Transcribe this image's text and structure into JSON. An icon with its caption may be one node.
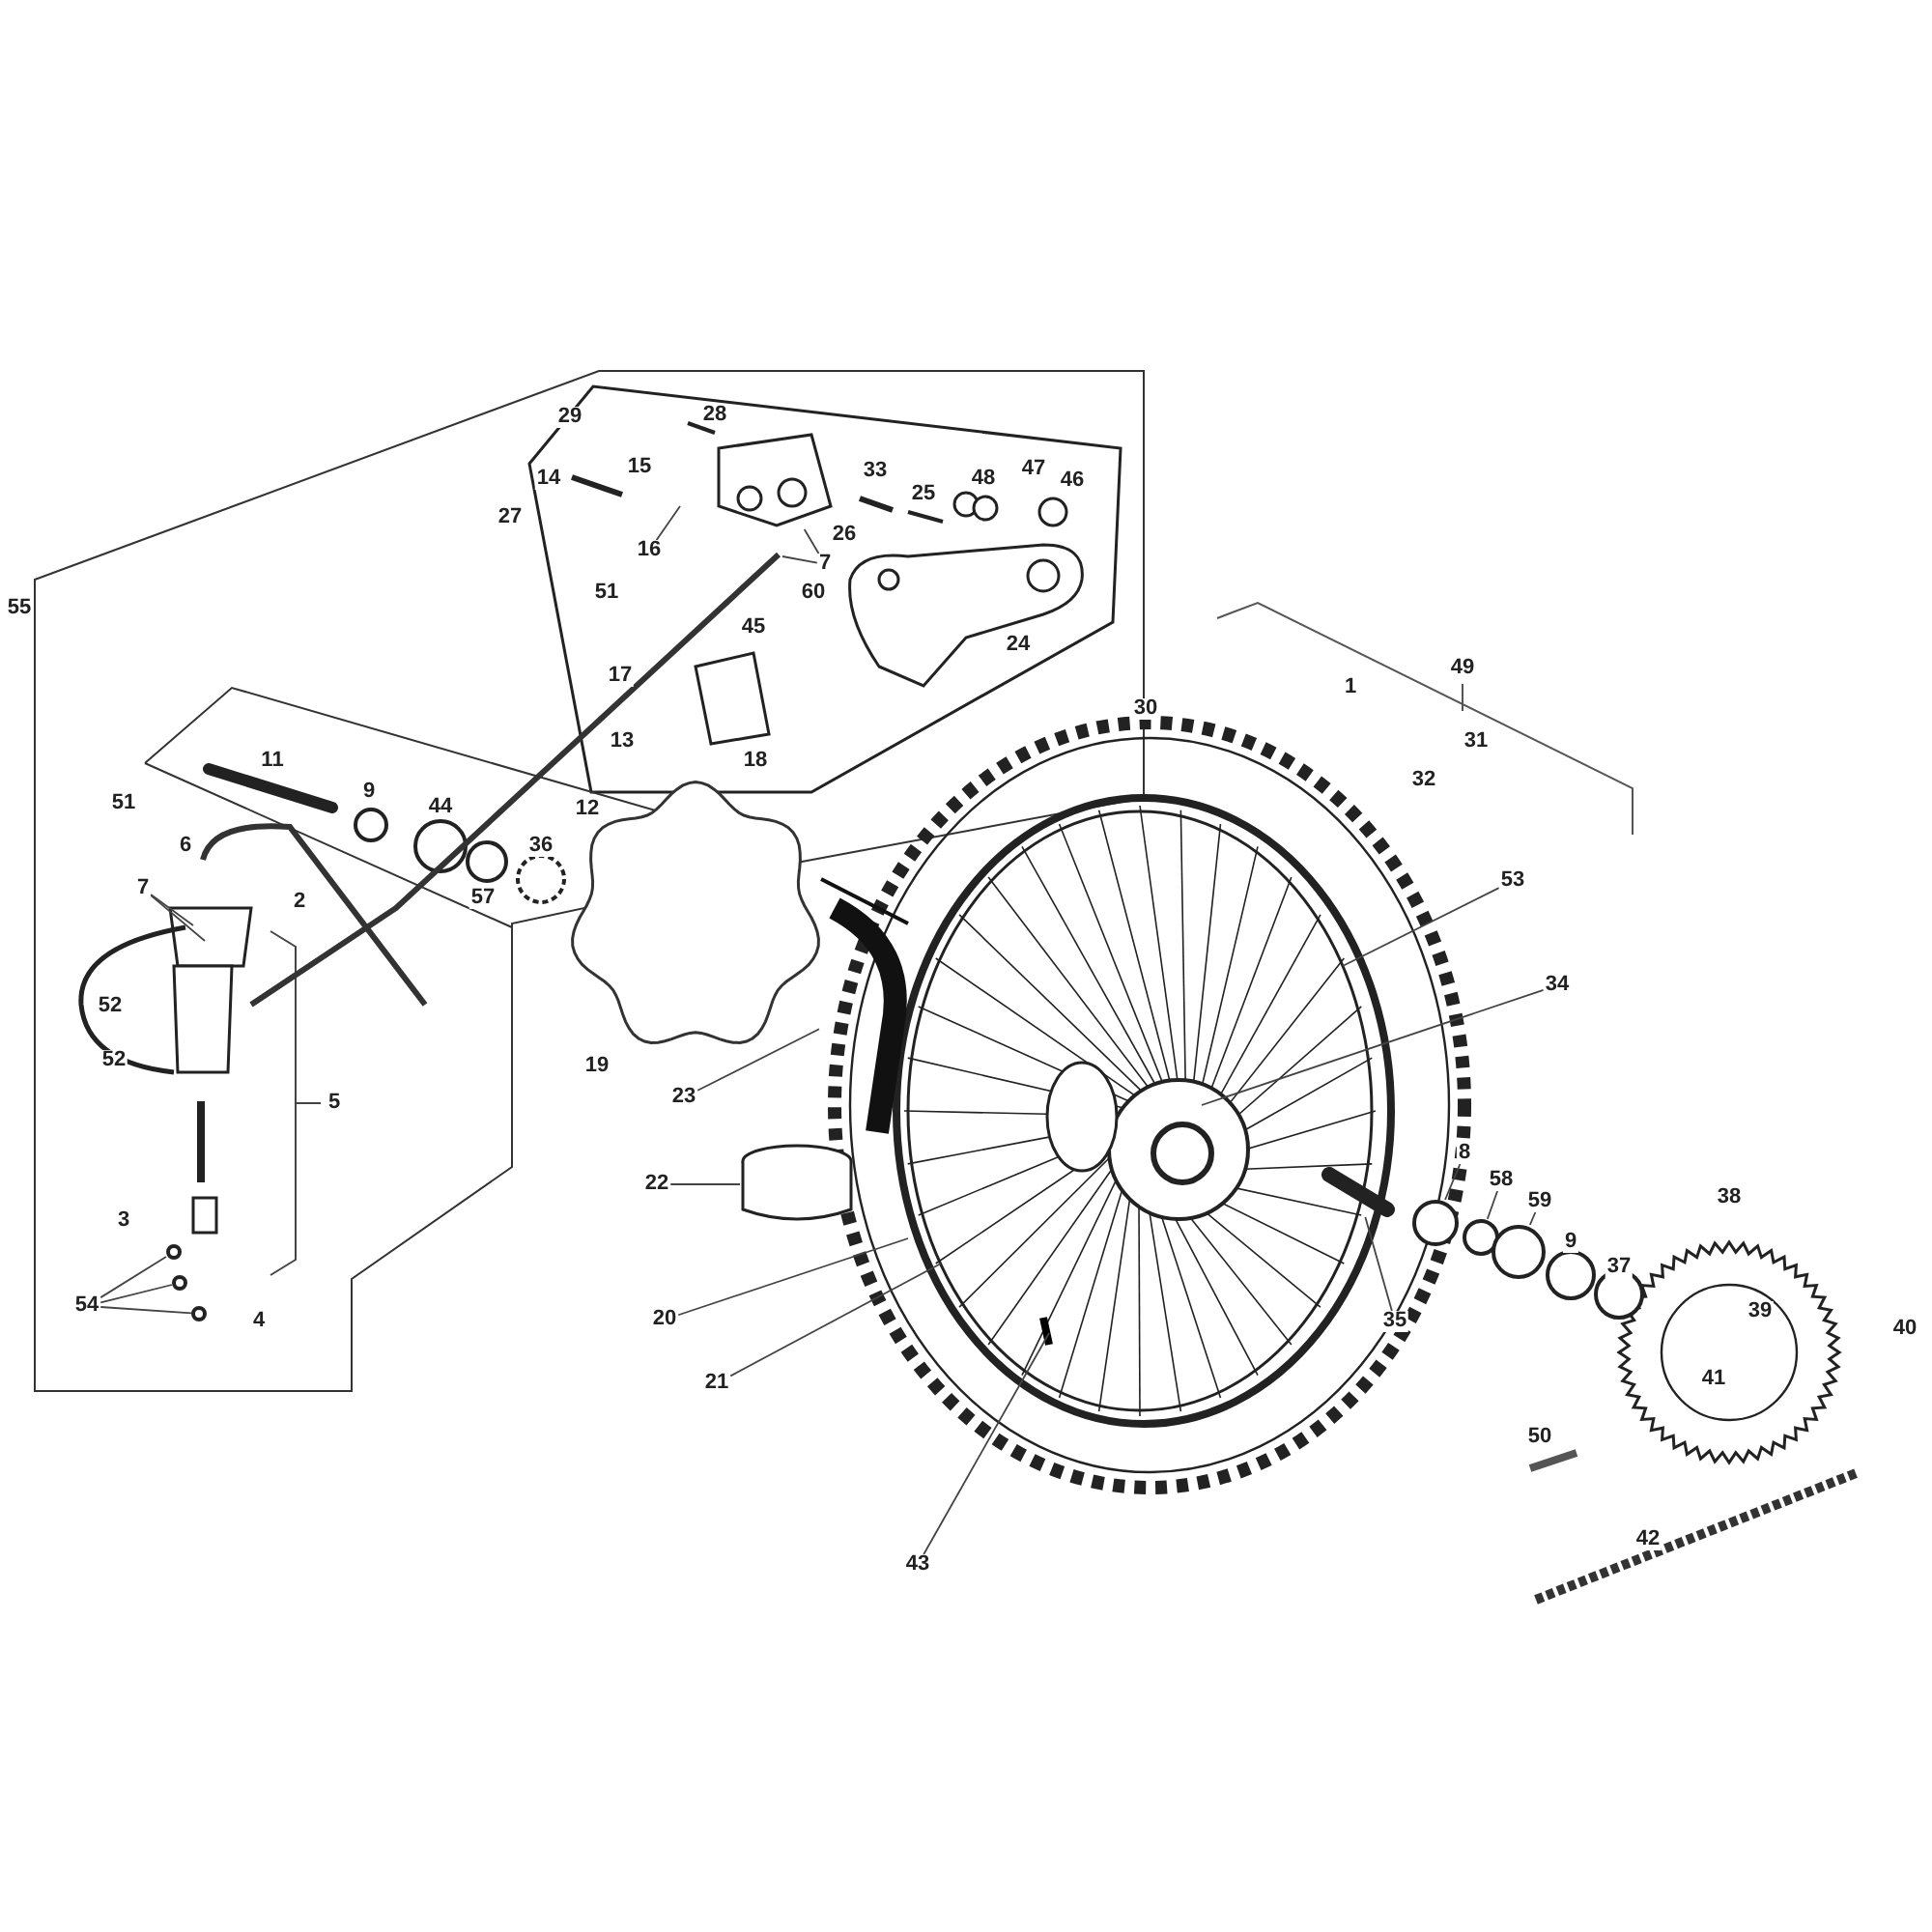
{
  "diagram": {
    "nodes": [
      {
        "text": [
          "55"
        ]
      },
      {
        "text": [
          "29"
        ]
      },
      {
        "text": [
          "28"
        ]
      },
      {
        "text": [
          "14"
        ]
      },
      {
        "text": [
          "15"
        ]
      },
      {
        "text": [
          "27"
        ]
      },
      {
        "text": [
          "16"
        ]
      },
      {
        "text": [
          "33"
        ]
      },
      {
        "text": [
          "25"
        ]
      },
      {
        "text": [
          "48"
        ]
      },
      {
        "text": [
          "47"
        ]
      },
      {
        "text": [
          "46"
        ]
      },
      {
        "text": [
          "26"
        ]
      },
      {
        "text": [
          "7"
        ]
      },
      {
        "text": [
          "60"
        ]
      },
      {
        "text": [
          "51"
        ]
      },
      {
        "text": [
          "45"
        ]
      },
      {
        "text": [
          "24"
        ]
      },
      {
        "text": [
          "17"
        ]
      },
      {
        "text": [
          "13"
        ]
      },
      {
        "text": [
          "18"
        ]
      },
      {
        "text": [
          "30"
        ]
      },
      {
        "text": [
          "1"
        ]
      },
      {
        "text": [
          "49"
        ]
      },
      {
        "text": [
          "31"
        ]
      },
      {
        "text": [
          "32"
        ]
      },
      {
        "text": [
          "11"
        ]
      },
      {
        "text": [
          "9"
        ]
      },
      {
        "text": [
          "44"
        ]
      },
      {
        "text": [
          "12"
        ]
      },
      {
        "text": [
          "51"
        ]
      },
      {
        "text": [
          "6"
        ]
      },
      {
        "text": [
          "36"
        ]
      },
      {
        "text": [
          "2"
        ]
      },
      {
        "text": [
          "7"
        ]
      },
      {
        "text": [
          "57"
        ]
      },
      {
        "text": [
          "53"
        ]
      },
      {
        "text": [
          "34"
        ]
      },
      {
        "text": [
          "52"
        ]
      },
      {
        "text": [
          "52"
        ]
      },
      {
        "text": [
          "5"
        ]
      },
      {
        "text": [
          "19"
        ]
      },
      {
        "text": [
          "23"
        ]
      },
      {
        "text": [
          "22"
        ]
      },
      {
        "text": [
          "8"
        ]
      },
      {
        "text": [
          "58"
        ]
      },
      {
        "text": [
          "59"
        ]
      },
      {
        "text": [
          "38"
        ]
      },
      {
        "text": [
          "9"
        ]
      },
      {
        "text": [
          "37"
        ]
      },
      {
        "text": [
          "3"
        ]
      },
      {
        "text": [
          "54"
        ]
      },
      {
        "text": [
          "4"
        ]
      },
      {
        "text": [
          "20"
        ]
      },
      {
        "text": [
          "35"
        ]
      },
      {
        "text": [
          "39"
        ]
      },
      {
        "text": [
          "40"
        ]
      },
      {
        "text": [
          "41"
        ]
      },
      {
        "text": [
          "21"
        ]
      },
      {
        "text": [
          "50"
        ]
      },
      {
        "text": [
          "42"
        ]
      },
      {
        "text": [
          "43"
        ]
      },
      {
        "text": [],
        "shape": "picture"
      },
      {
        "text": [],
        "shape": "circle"
      },
      {
        "text": [],
        "shape": "circle"
      },
      {
        "text": [],
        "shape": "circle"
      },
      {
        "text": [],
        "shape": "picture"
      },
      {
        "text": [],
        "shape": "bar"
      },
      {
        "text": [],
        "shape": "circle"
      },
      {
        "text": [],
        "shape": "circle"
      },
      {
        "text": [],
        "shape": "circle"
      },
      {
        "text": [],
        "shape": "cylinder"
      }
    ],
    "edges": [
      {
        "from": 6,
        "to": null,
        "arrow": "none"
      },
      {
        "from": 13,
        "to": 62,
        "arrow": "none"
      },
      {
        "from": 13,
        "to": null,
        "arrow": "none"
      },
      {
        "from": 34,
        "to": null,
        "arrow": "none"
      },
      {
        "from": 34,
        "to": null,
        "arrow": "none"
      },
      {
        "from": 51,
        "to": 63,
        "arrow": "none"
      },
      {
        "from": 51,
        "to": 64,
        "arrow": "none"
      },
      {
        "from": 51,
        "to": 65,
        "arrow": "none"
      },
      {
        "from": 42,
        "to": 66,
        "arrow": "none"
      },
      {
        "from": 43,
        "to": 71,
        "arrow": "none"
      },
      {
        "from": 53,
        "to": null,
        "arrow": "none"
      },
      {
        "from": 58,
        "to": null,
        "arrow": "none"
      },
      {
        "from": 61,
        "to": null,
        "arrow": "none"
      },
      {
        "from": 36,
        "to": null,
        "arrow": "none"
      },
      {
        "from": 37,
        "to": null,
        "arrow": "none"
      },
      {
        "from": 54,
        "to": 67,
        "arrow": "none"
      },
      {
        "from": 44,
        "to": 68,
        "arrow": "none"
      },
      {
        "from": 45,
        "to": 69,
        "arrow": "none"
      },
      {
        "from": 46,
        "to": 70,
        "arrow": "none"
      }
    ]
  }
}
